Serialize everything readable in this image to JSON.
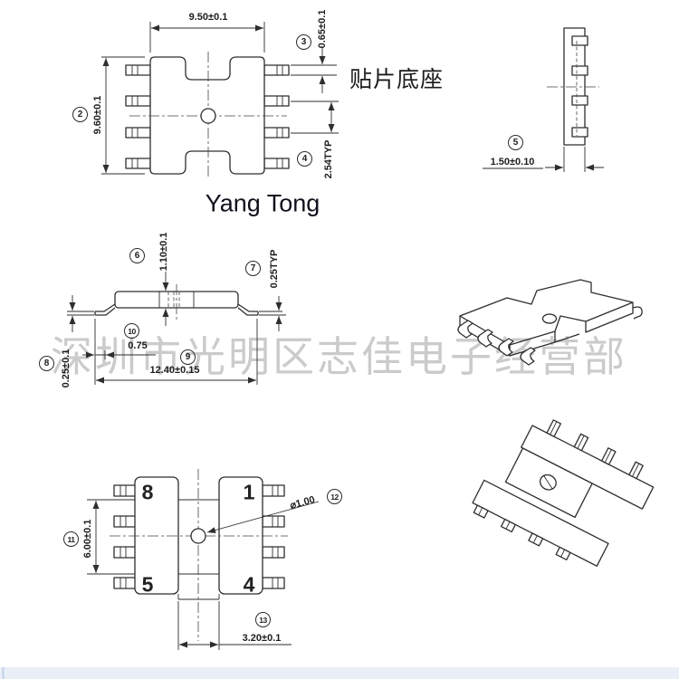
{
  "drawing": {
    "product_label_cn": "贴片底座",
    "brand": "Yang Tong",
    "watermark": "深圳市光明区志佳电子经营部",
    "pin_labels": {
      "top_left": "8",
      "top_right": "1",
      "bottom_left": "5",
      "bottom_right": "4"
    },
    "balloons": {
      "2": "2",
      "3": "3",
      "4": "4",
      "5": "5",
      "6": "6",
      "7": "7",
      "8": "8",
      "9": "9",
      "10": "10",
      "11": "11",
      "12": "12",
      "13": "13"
    },
    "dimensions": {
      "top_width": "9.50±0.1",
      "top_height": "9.60±0.1",
      "pad_width": "0.65±0.1",
      "pad_pitch": "2.54TYP",
      "base_thickness": "1.50±0.10",
      "center_rib_height": "1.10±0.1",
      "lead_thickness": "0.25TYP",
      "standoff_height": "0.25±0.1",
      "lead_span": "12.40±0.15",
      "foot_length": "0.75",
      "pad_row_span": "6.00±0.1",
      "hole_diameter": "⌀1.00",
      "slot_width": "3.20±0.1"
    }
  },
  "footer": {
    "bar_color": "#eaeff7",
    "accent_color": "#ccd9ee"
  }
}
